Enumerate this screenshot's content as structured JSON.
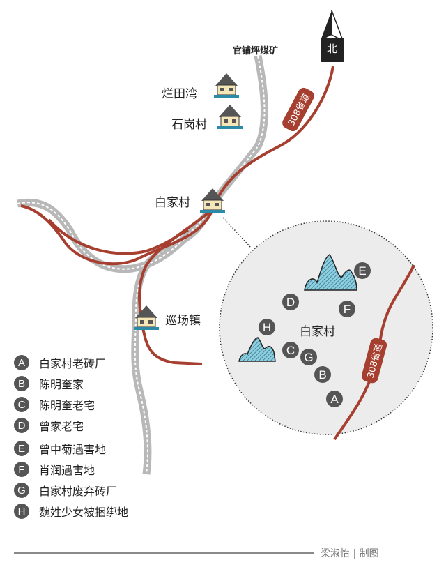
{
  "title_north": "北",
  "mine_label": "官铺坪煤矿",
  "road_label": "308省道",
  "places": {
    "lantianwan": "烂田湾",
    "shigang": "石岗村",
    "baijia": "白家村",
    "xunchang": "巡场镇"
  },
  "inset": {
    "village": "白家村",
    "markers": [
      "A",
      "B",
      "C",
      "D",
      "E",
      "F",
      "G",
      "H"
    ]
  },
  "legend": [
    {
      "key": "A",
      "label": "白家村老砖厂"
    },
    {
      "key": "B",
      "label": "陈明奎家"
    },
    {
      "key": "C",
      "label": "陈明奎老宅"
    },
    {
      "key": "D",
      "label": "曾家老宅"
    },
    {
      "key": "E",
      "label": "曾中菊遇害地"
    },
    {
      "key": "F",
      "label": "肖润遇害地"
    },
    {
      "key": "G",
      "label": "白家村废弃砖厂"
    },
    {
      "key": "H",
      "label": "魏姓少女被捆绑地"
    }
  ],
  "credit": "梁淑怡 | 制图",
  "colors": {
    "road": "#a63f2f",
    "gray_road": "#b8b8b8",
    "marker": "#555555",
    "mountain": "#7cc4d6",
    "inset_bg": "#ececec"
  }
}
